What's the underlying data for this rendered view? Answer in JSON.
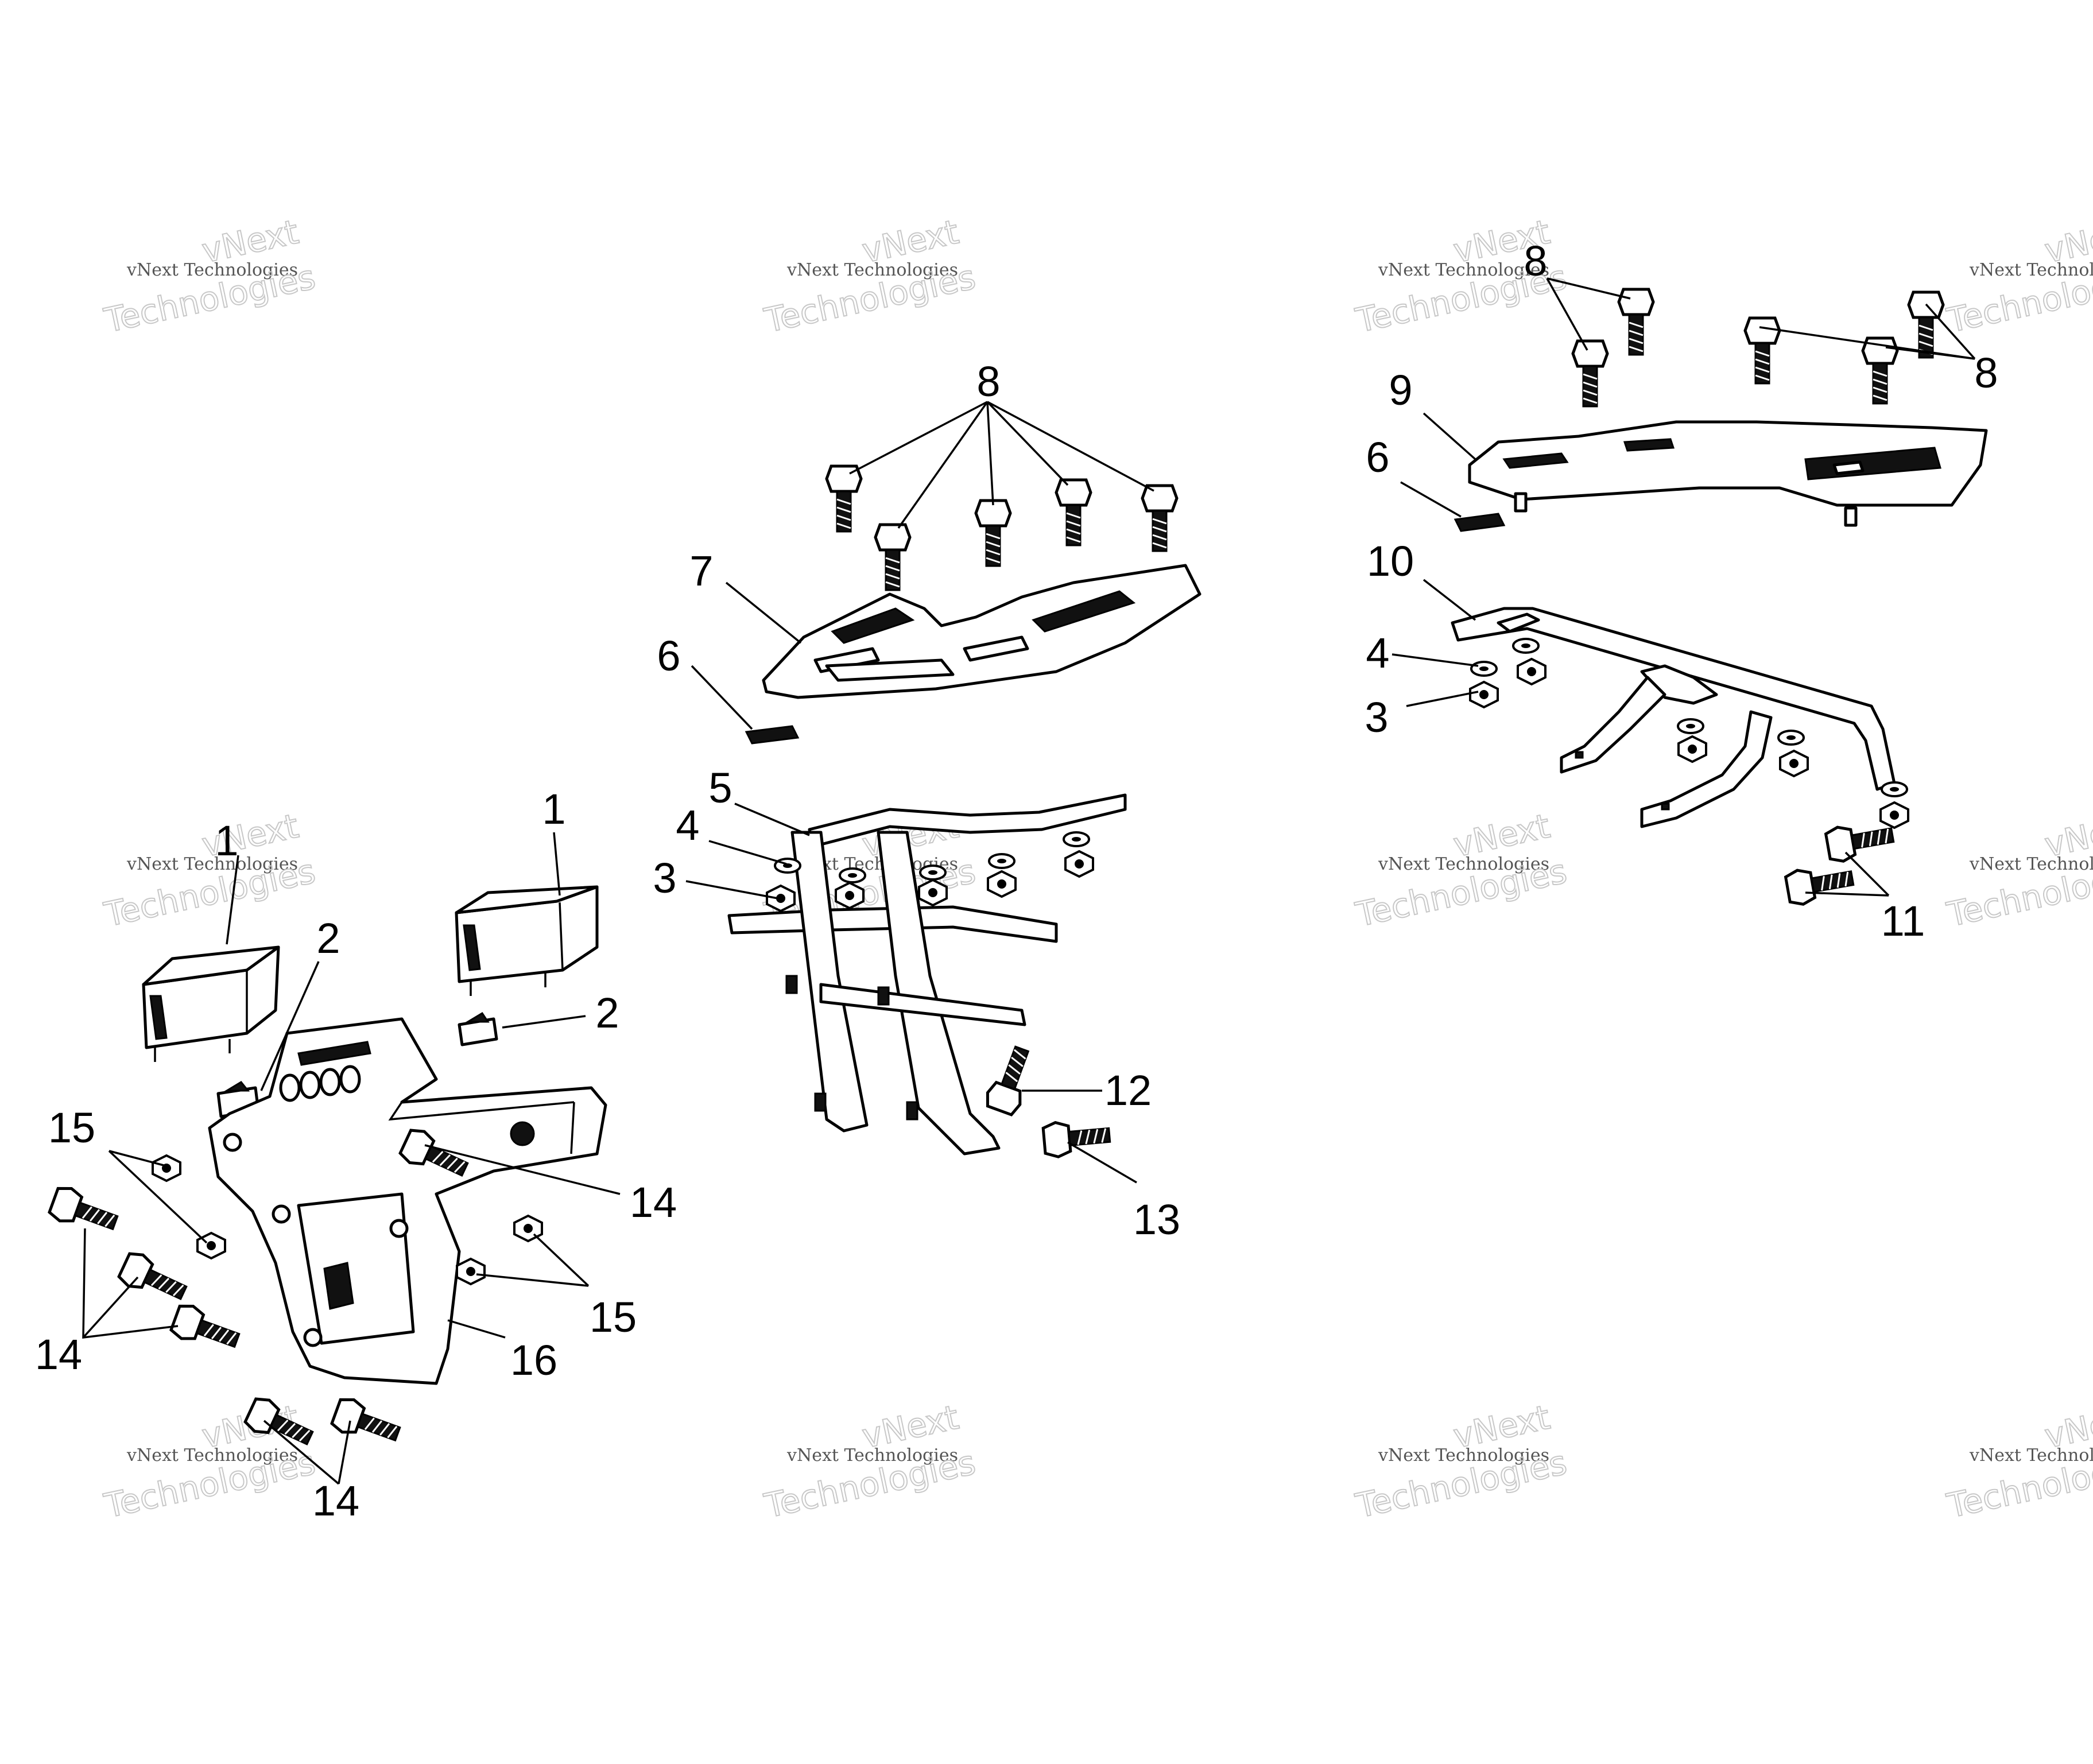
{
  "callouts": {
    "c1a": "1",
    "c1b": "1",
    "c2a": "2",
    "c2b": "2",
    "c3a": "3",
    "c3b": "3",
    "c4a": "4",
    "c4b": "4",
    "c5": "5",
    "c6a": "6",
    "c6b": "6",
    "c7": "7",
    "c8a": "8",
    "c8b": "8",
    "c8c": "8",
    "c9": "9",
    "c10": "10",
    "c11": "11",
    "c12": "12",
    "c13": "13",
    "c14a": "14",
    "c14b": "14",
    "c14c": "14",
    "c15a": "15",
    "c15b": "15",
    "c16": "16"
  },
  "watermark": {
    "small": "vNext Technologies",
    "top": "vNext",
    "bottom": "Technologies"
  }
}
